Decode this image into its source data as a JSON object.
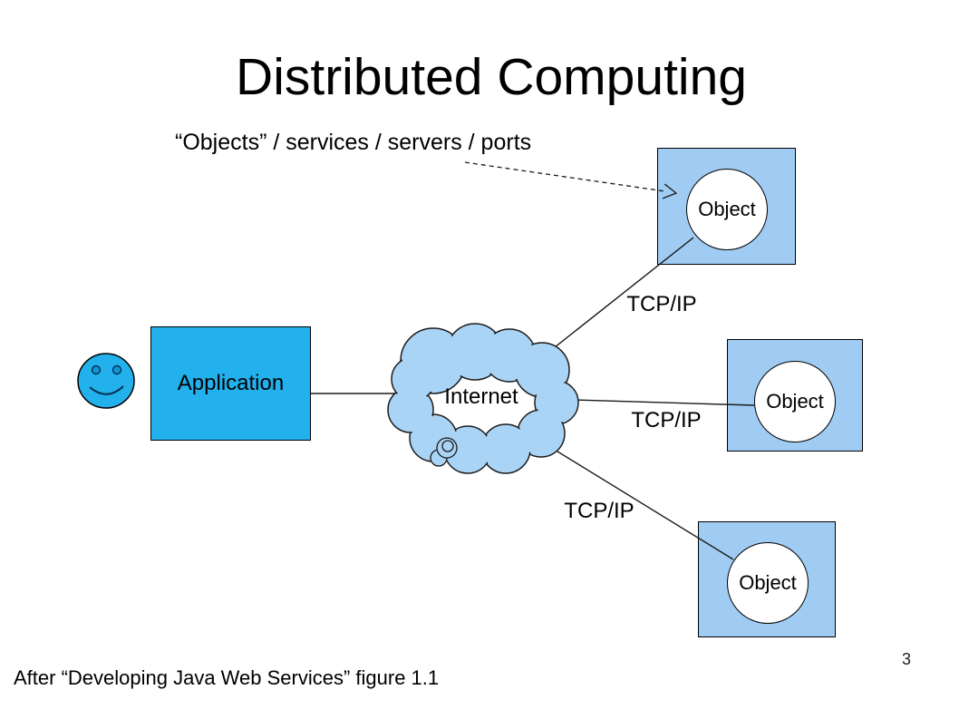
{
  "slide": {
    "title": "Distributed Computing",
    "caption": "After “Developing Java Web Services” figure 1.1",
    "page_number": "3",
    "background_color": "#ffffff",
    "text_color": "#000000"
  },
  "diagram": {
    "annotation": "“Objects” / services / servers / ports",
    "application": {
      "label": "Application",
      "fill_color": "#22B1ED"
    },
    "user": {
      "icon": "smiley-face",
      "fill_color": "#22B1ED"
    },
    "internet": {
      "label": "Internet",
      "fill_color": "#AAD4F6"
    },
    "objects": [
      {
        "label": "Object",
        "fill_color": "#A0CCF3",
        "position": "top-right"
      },
      {
        "label": "Object",
        "fill_color": "#A0CCF3",
        "position": "middle-right"
      },
      {
        "label": "Object",
        "fill_color": "#A0CCF3",
        "position": "bottom-right"
      }
    ],
    "links": [
      {
        "label": "TCP/IP",
        "from": "internet",
        "to": "object-top"
      },
      {
        "label": "TCP/IP",
        "from": "internet",
        "to": "object-middle"
      },
      {
        "label": "TCP/IP",
        "from": "internet",
        "to": "object-bottom"
      }
    ],
    "colors": {
      "line": "#1a1a1a",
      "node_border": "#000000",
      "circle_fill": "#ffffff"
    }
  }
}
